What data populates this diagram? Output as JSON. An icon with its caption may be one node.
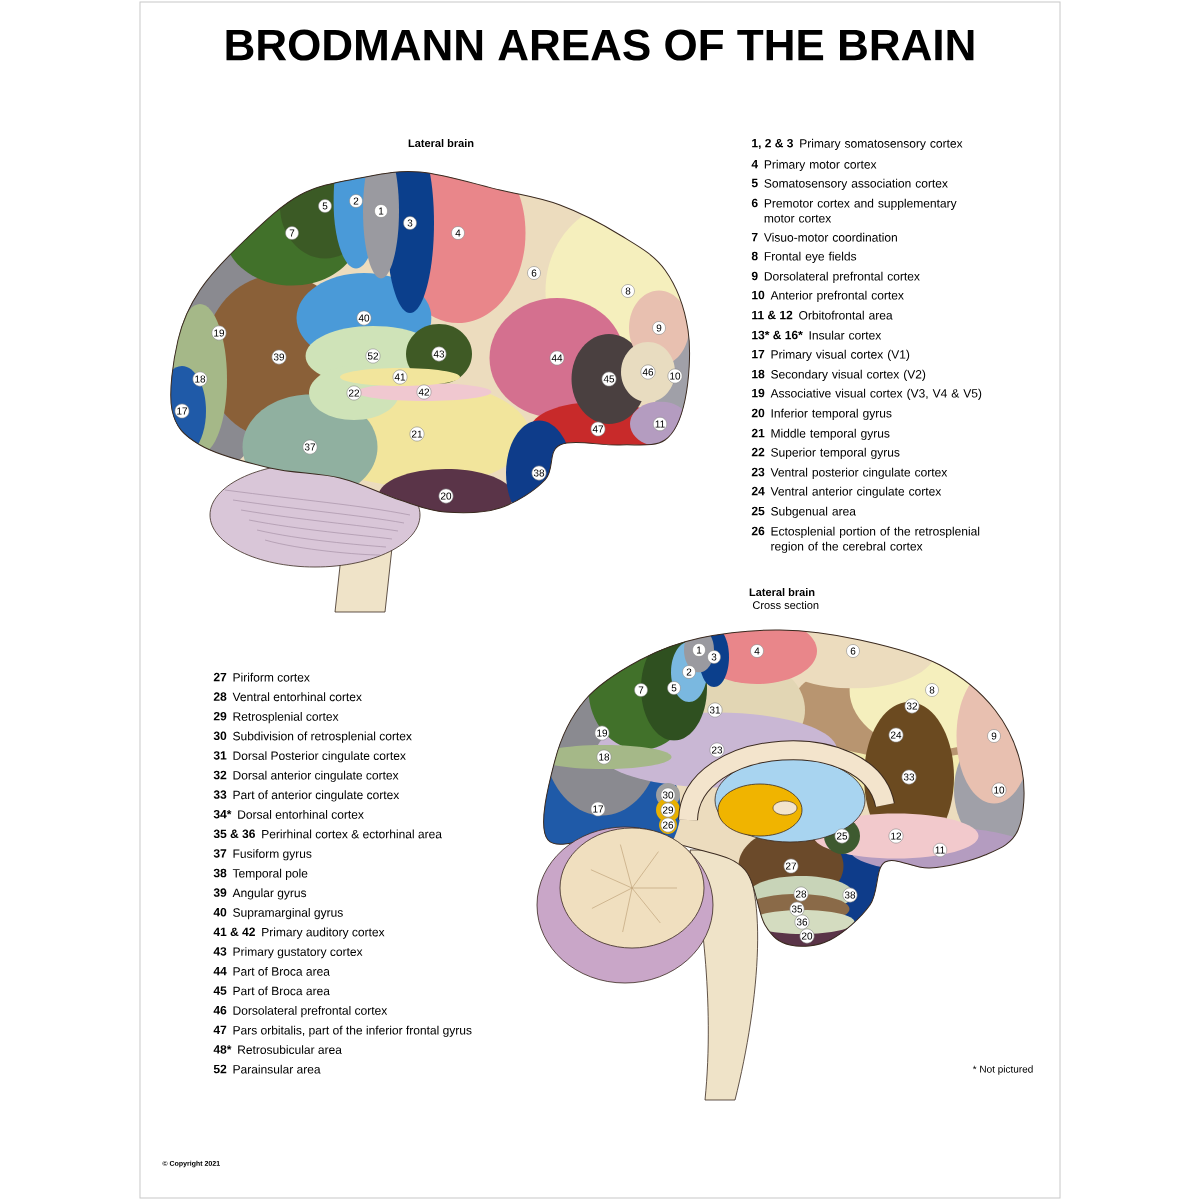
{
  "diagram": {
    "title": "BRODMANN AREAS OF THE BRAIN",
    "labels": [
      "Lateral brain",
      "5",
      "2",
      "1",
      "7",
      "3",
      "4",
      "6",
      "8",
      "19",
      "40",
      "9",
      "39",
      "52",
      "43",
      "44",
      "18",
      "41",
      "45",
      "46",
      "10",
      "22",
      "42",
      "17",
      "21",
      "47",
      "11",
      "37",
      "38",
      "20",
      "1, 2 & 3",
      "Primary somatosensory cortex",
      "4",
      "Primary motor cortex",
      "5",
      "Somatosensory association cortex",
      "6",
      "Premotor cortex and supplementary motor cortex",
      "7",
      "Visuo-motor coordination",
      "8",
      "Frontal eye fields",
      "9",
      "Dorsolateral prefrontal cortex",
      "10",
      "Anterior prefrontal cortex",
      "11 & 12",
      "Orbitofrontal area",
      "13* & 16*",
      "Insular cortex",
      "17",
      "Primary visual cortex (V1)",
      "18",
      "Secondary visual cortex (V2)",
      "19",
      "Associative visual cortex (V3, V4 & V5)",
      "20",
      "Inferior temporal gyrus",
      "21",
      "Middle temporal gyrus",
      "22",
      "Superior temporal gyrus",
      "23",
      "Ventral posterior cingulate cortex",
      "24",
      "Ventral anterior cingulate cortex",
      "25",
      "Subgenual area",
      "26",
      "Ectosplenial portion of the retrosplenial region of the cerebral cortex",
      "Lateral brain",
      "Cross section",
      "1",
      "3",
      "4",
      "6",
      "2",
      "7",
      "5",
      "8",
      "31",
      "32",
      "19",
      "24",
      "9",
      "18",
      "23",
      "33",
      "30",
      "10",
      "17",
      "29",
      "26",
      "25",
      "12",
      "11",
      "27",
      "28",
      "38",
      "35",
      "36",
      "20",
      "27",
      "Piriform cortex",
      "28",
      "Ventral entorhinal cortex",
      "29",
      "Retrosplenial cortex",
      "30",
      "Subdivision of retrosplenial cortex",
      "31",
      "Dorsal Posterior cingulate cortex",
      "32",
      "Dorsal anterior cingulate cortex",
      "33",
      "Part of anterior cingulate cortex",
      "34*",
      "Dorsal entorhinal cortex",
      "35 & 36",
      "Perirhinal cortex & ectorhinal area",
      "37",
      "Fusiform gyrus",
      "38",
      "Temporal pole",
      "39",
      "Angular gyrus",
      "40",
      "Supramarginal gyrus",
      "41 & 42",
      "Primary auditory cortex",
      "43",
      "Primary gustatory cortex",
      "44",
      "Part of Broca area",
      "45",
      "Part of Broca area",
      "46",
      "Dorsolateral prefrontal cortex",
      "47",
      "Pars orbitalis, part of the inferior frontal gyrus",
      "48*",
      "Retrosubicular area",
      "52",
      "Parainsular area",
      "* Not pictured",
      "© Copyright 2021"
    ]
  }
}
